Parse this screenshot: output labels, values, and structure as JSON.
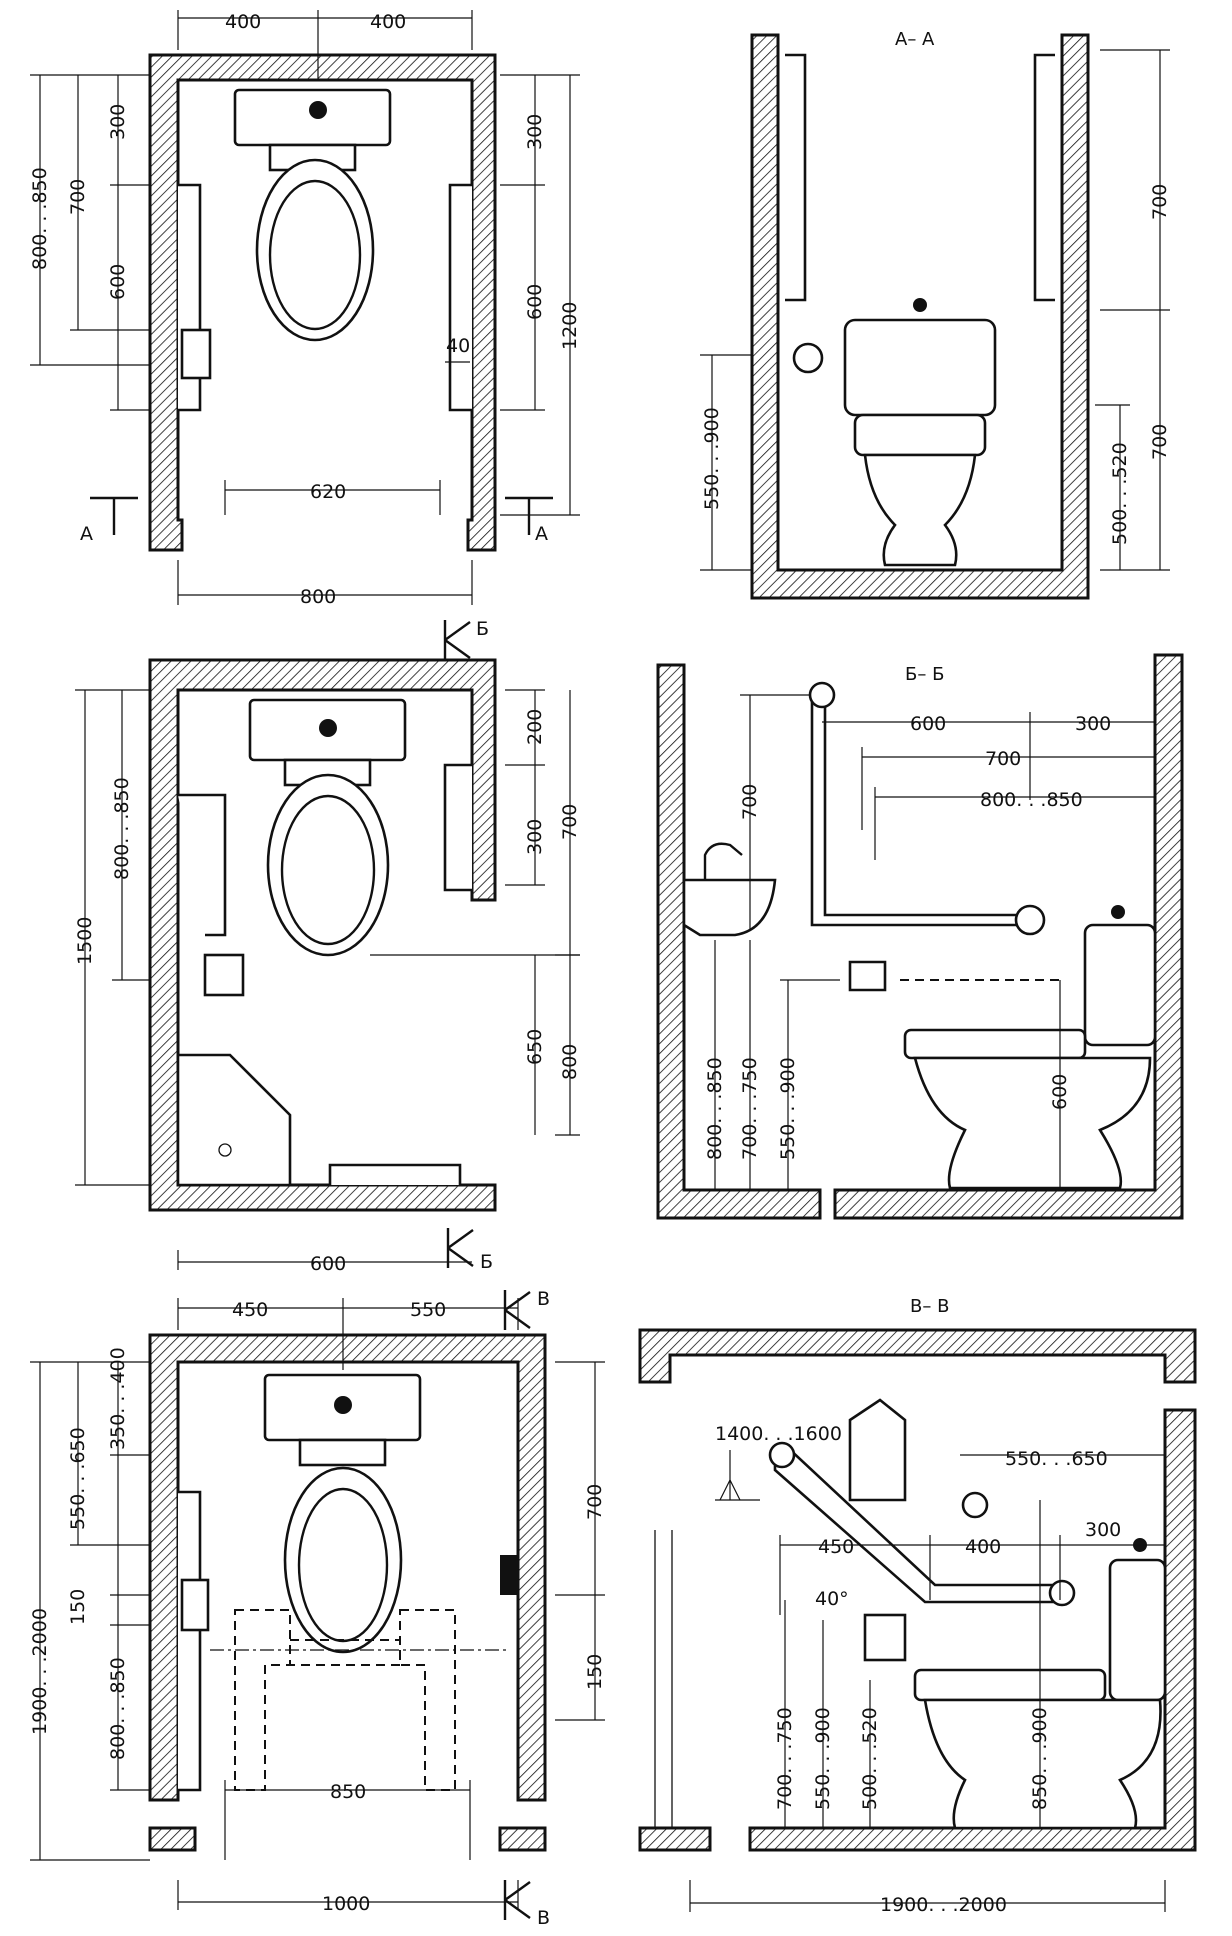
{
  "section_labels": {
    "aa": "А– А",
    "bb": "Б– Б",
    "vv": "В– В"
  },
  "cut_letters": {
    "a": "А",
    "b": "Б",
    "v": "В"
  },
  "plan1": {
    "top_left": "400",
    "top_right": "400",
    "left_outer": "800. . .850",
    "left_a": "700",
    "left_b": "300",
    "left_c": "600",
    "right_a": "300",
    "right_b": "600",
    "right_total": "1200",
    "grab_gap": "40",
    "door": "620",
    "bottom": "800"
  },
  "section1": {
    "right_upper": "700",
    "right_lower": "700",
    "left_h": "550. . .900",
    "right_a": "500. . .520"
  },
  "plan2": {
    "left_total": "1500",
    "left_mid": "800. . .850",
    "right_a": "200",
    "right_b": "300",
    "right_c": "700",
    "right_d": "650",
    "right_e": "800",
    "bottom": "600"
  },
  "section2": {
    "top_a": "600",
    "top_b": "300",
    "mid": "700",
    "low": "800. . .850",
    "grab_h": "700",
    "v1": "800. . .850",
    "v2": "700. . .750",
    "v3": "550. . .900",
    "seat": "600"
  },
  "plan3": {
    "top_left": "450",
    "top_right": "550",
    "left_outer": "1900. . .2000",
    "left_a": "350. . .400",
    "left_b": "550. . .650",
    "left_c": "150",
    "left_d": "800. . .850",
    "right_a": "700",
    "right_b": "150",
    "door_inner": "850",
    "bottom": "1000"
  },
  "section3": {
    "arrow": "1400. . .1600",
    "top_r": "550. . .650",
    "mid_l": "450",
    "mid_r": "400",
    "far_r": "300",
    "angle": "40°",
    "v1": "700. . .750",
    "v2": "550. . .900",
    "v3": "500. . .520",
    "v4": "850. . .900",
    "bottom": "1900. . .2000"
  }
}
